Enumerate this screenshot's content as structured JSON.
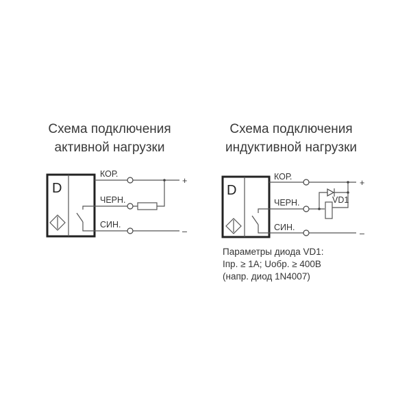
{
  "left": {
    "title_line1": "Схема подключения",
    "title_line2": "активной нагрузки",
    "sensor_label": "D",
    "wire_brown": "КОР.",
    "wire_black": "ЧЕРН.",
    "wire_blue": "СИН.",
    "plus": "+",
    "minus": "–"
  },
  "right": {
    "title_line1": "Схема подключения",
    "title_line2": "индуктивной нагрузки",
    "sensor_label": "D",
    "wire_brown": "КОР.",
    "wire_black": "ЧЕРН.",
    "wire_blue": "СИН.",
    "diode_label": "VD1",
    "plus": "+",
    "minus": "–",
    "note_line1": "Параметры диода VD1:",
    "note_line2": "Iпр. ≥ 1A; Uобр. ≥ 400В",
    "note_line3": "(напр. диод 1N4007)"
  }
}
